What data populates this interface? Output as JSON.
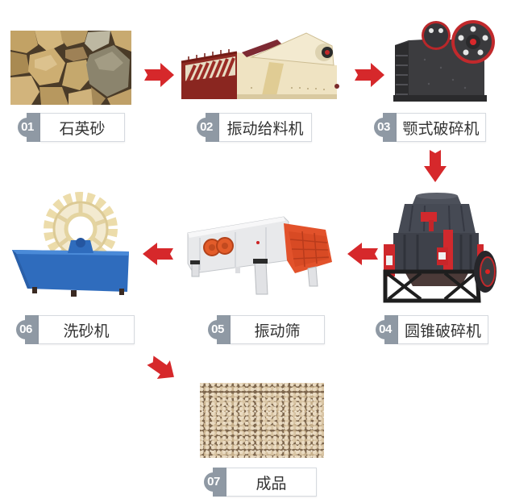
{
  "steps": [
    {
      "num": "01",
      "label": "石英砂",
      "image": "quartz-sand-rocks-photo"
    },
    {
      "num": "02",
      "label": "振动给料机",
      "image": "vibrating-feeder-photo"
    },
    {
      "num": "03",
      "label": "颚式破碎机",
      "image": "jaw-crusher-photo"
    },
    {
      "num": "04",
      "label": "圆锥破碎机",
      "image": "cone-crusher-photo"
    },
    {
      "num": "05",
      "label": "振动筛",
      "image": "vibrating-screen-photo"
    },
    {
      "num": "06",
      "label": "洗砂机",
      "image": "sand-washer-photo"
    },
    {
      "num": "07",
      "label": "成品",
      "image": "finished-sand-gravel-photo"
    }
  ],
  "arrows": [
    {
      "from": "01",
      "to": "02",
      "direction": "right",
      "icon": "arrow-right-icon"
    },
    {
      "from": "02",
      "to": "03",
      "direction": "right",
      "icon": "arrow-right-icon"
    },
    {
      "from": "03",
      "to": "04",
      "direction": "down",
      "icon": "arrow-down-icon"
    },
    {
      "from": "04",
      "to": "05",
      "direction": "left",
      "icon": "arrow-left-icon"
    },
    {
      "from": "05",
      "to": "06",
      "direction": "left",
      "icon": "arrow-left-icon"
    },
    {
      "from": "06",
      "to": "07",
      "direction": "down-right",
      "icon": "arrow-down-right-icon"
    }
  ],
  "colors": {
    "arrow": "#d6282b",
    "badge": "#8f99a4",
    "label_text": "#333333",
    "label_border": "#d6dadf",
    "background": "#ffffff"
  }
}
